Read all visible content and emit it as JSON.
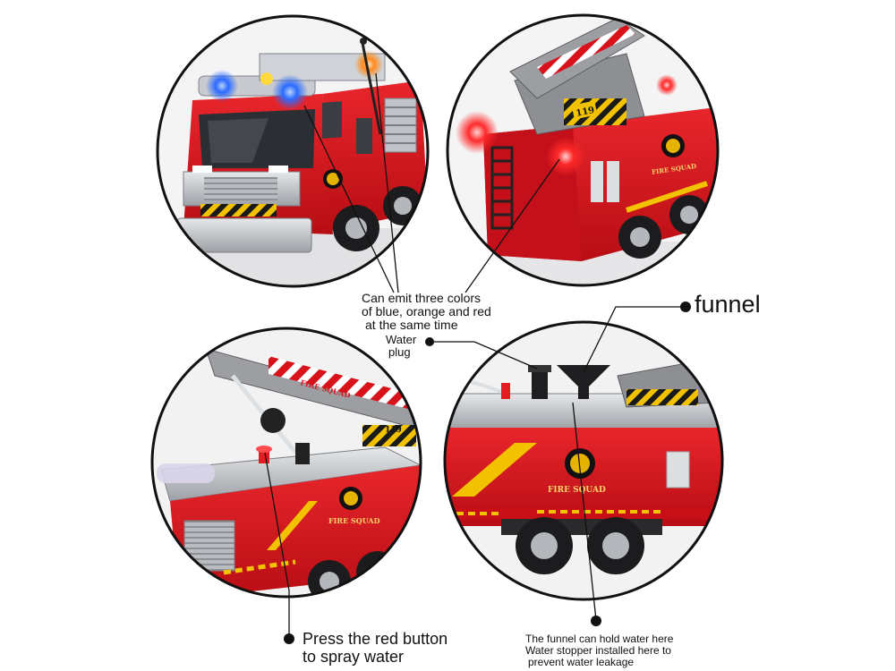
{
  "callouts": {
    "lights": {
      "lines": [
        "Can emit three colors",
        "of blue, orange and red",
        "at the same time"
      ]
    },
    "water_plug": {
      "lines": [
        "Water",
        "plug"
      ]
    },
    "funnel": {
      "text": "funnel"
    },
    "press_button": {
      "lines": [
        "Press the red button",
        "to spray water"
      ]
    },
    "funnel_hold": {
      "lines": [
        "The funnel can hold water here",
        "Water stopper installed here to",
        "prevent water leakage"
      ]
    }
  },
  "decals": {
    "squad": "FIRE SQUAD",
    "number": "119"
  },
  "colors": {
    "truck_red": "#d8121b",
    "dark_red": "#8e0c10",
    "chrome": "#c9ccd0",
    "ladder_grey": "#8d8f93",
    "hazard_yellow": "#f2c200",
    "light_blue": "#2a6bff",
    "light_orange": "#ff8a1a",
    "light_red": "#ff2a2a",
    "circle_border": "#111111"
  }
}
